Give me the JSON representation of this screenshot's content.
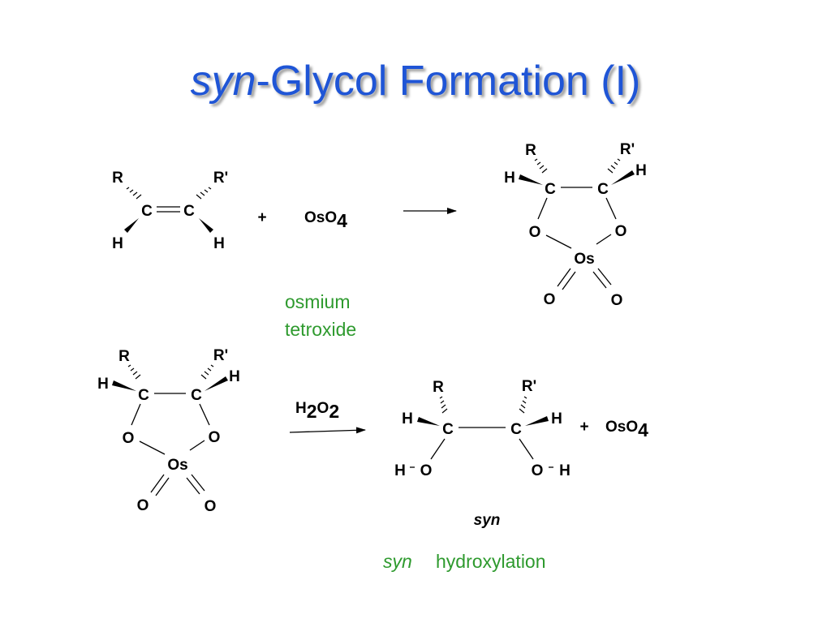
{
  "title": {
    "prefix": "syn",
    "rest": "-Glycol Formation (I)"
  },
  "atoms": {
    "R": "R",
    "Rp": "R'",
    "C": "C",
    "H": "H",
    "O": "O",
    "Os": "Os"
  },
  "reaction1": {
    "plus": "+",
    "reagent_base": "OsO",
    "reagent_sub": "4"
  },
  "reagent_name": {
    "line1": "osmium",
    "line2": "tetroxide"
  },
  "reaction2": {
    "reagent_H": "H",
    "reagent_sub1": "2",
    "reagent_O": "O",
    "reagent_sub2": "2",
    "plus": "+",
    "byproduct_base": "OsO",
    "byproduct_sub": "4",
    "product_label": "syn"
  },
  "footer": {
    "syn": "syn",
    "rest": "hydroxylation"
  },
  "colors": {
    "title": "#1f55d6",
    "label": "#2e9a2e"
  }
}
